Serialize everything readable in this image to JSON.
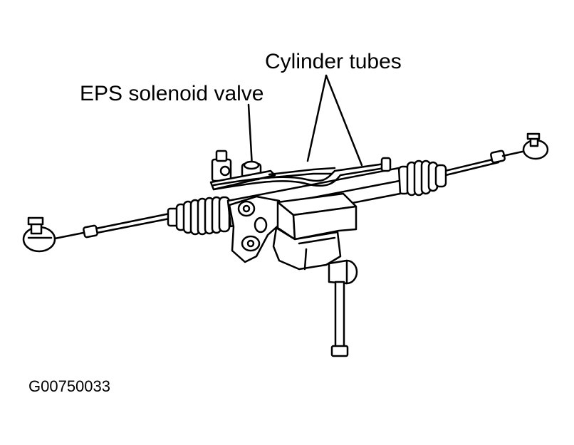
{
  "labels": {
    "cylinder_tubes": "Cylinder tubes",
    "eps_solenoid_valve": "EPS solenoid valve",
    "figure_code": "G00750033"
  },
  "colors": {
    "ink": "#000000",
    "paper": "#ffffff"
  }
}
